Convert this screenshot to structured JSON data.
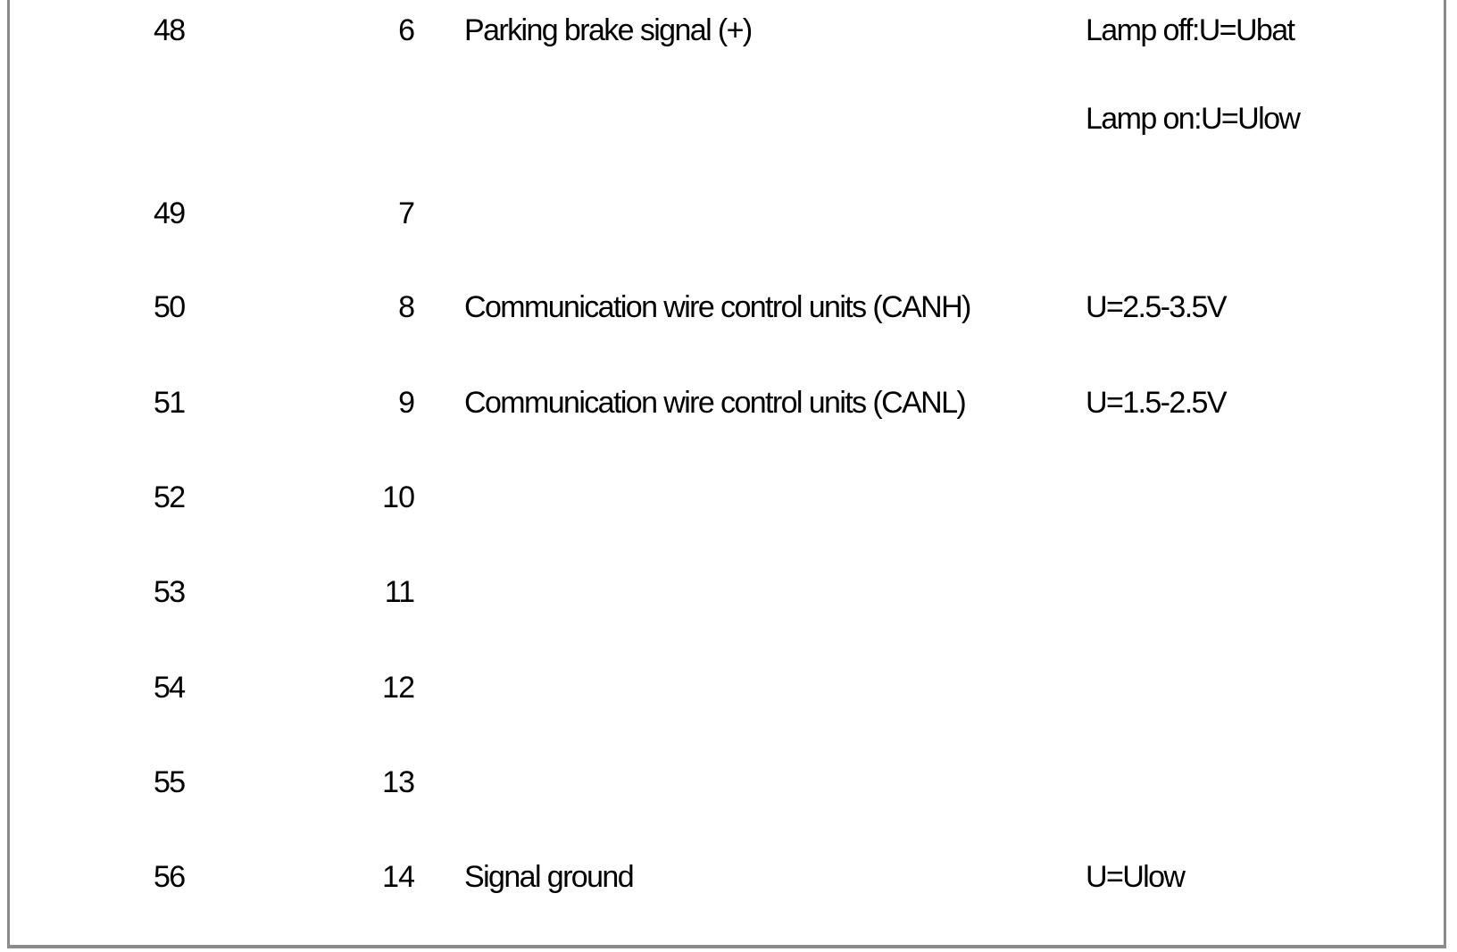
{
  "table": {
    "rows": [
      {
        "pin": "48",
        "conn": "6",
        "desc": "Parking brake signal (+)",
        "value": "Lamp off:U=Ubat"
      },
      {
        "pin": "",
        "conn": "",
        "desc": "",
        "value": "Lamp on:U=Ulow"
      },
      {
        "pin": "49",
        "conn": "7",
        "desc": "",
        "value": ""
      },
      {
        "pin": "50",
        "conn": "8",
        "desc": "Communication wire control units (CANH)",
        "value": "U=2.5-3.5V"
      },
      {
        "pin": "51",
        "conn": "9",
        "desc": "Communication wire control units (CANL)",
        "value": "U=1.5-2.5V"
      },
      {
        "pin": "52",
        "conn": "10",
        "desc": "",
        "value": ""
      },
      {
        "pin": "53",
        "conn": "11",
        "desc": "",
        "value": ""
      },
      {
        "pin": "54",
        "conn": "12",
        "desc": "",
        "value": ""
      },
      {
        "pin": "55",
        "conn": "13",
        "desc": "",
        "value": ""
      },
      {
        "pin": "56",
        "conn": "14",
        "desc": "Signal ground",
        "value": "U=Ulow"
      }
    ]
  }
}
